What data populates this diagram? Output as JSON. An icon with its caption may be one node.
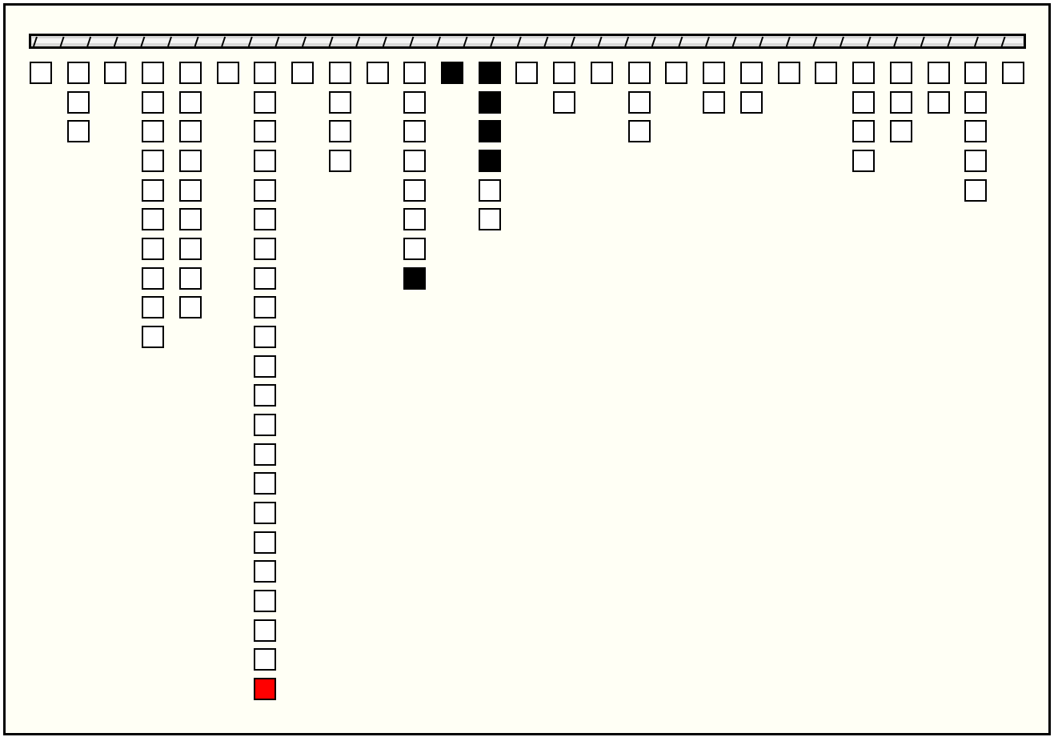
{
  "diagram": {
    "nodes": [
      {
        "text": [],
        "shape": "box"
      },
      {
        "text": [],
        "shape": "box"
      },
      {
        "text": [],
        "shape": "box"
      },
      {
        "text": [],
        "shape": "box"
      },
      {
        "text": [],
        "shape": "box"
      },
      {
        "text": [],
        "shape": "box"
      },
      {
        "text": [],
        "shape": "box"
      },
      {
        "text": [],
        "shape": "box"
      },
      {
        "text": [],
        "shape": "box"
      },
      {
        "text": [],
        "shape": "box"
      },
      {
        "text": [],
        "shape": "box"
      },
      {
        "text": [],
        "shape": "box"
      },
      {
        "text": [],
        "shape": "box"
      },
      {
        "text": [],
        "shape": "box"
      },
      {
        "text": [],
        "shape": "box"
      },
      {
        "text": [],
        "shape": "box"
      },
      {
        "text": [],
        "shape": "box"
      },
      {
        "text": [],
        "shape": "box"
      },
      {
        "text": [],
        "shape": "box"
      },
      {
        "text": [],
        "shape": "box"
      },
      {
        "text": [],
        "shape": "box"
      },
      {
        "text": [],
        "shape": "box"
      },
      {
        "text": [],
        "shape": "box"
      },
      {
        "text": [],
        "shape": "box"
      },
      {
        "text": [],
        "shape": "box"
      },
      {
        "text": [],
        "shape": "box"
      },
      {
        "text": [],
        "shape": "box"
      },
      {
        "text": [],
        "shape": "box"
      },
      {
        "text": [],
        "shape": "box"
      },
      {
        "text": [],
        "shape": "box"
      },
      {
        "text": [],
        "shape": "box"
      },
      {
        "text": [],
        "shape": "box"
      },
      {
        "text": [],
        "shape": "box"
      },
      {
        "text": [],
        "shape": "box"
      },
      {
        "text": [],
        "shape": "box"
      },
      {
        "text": [],
        "shape": "box"
      },
      {
        "text": [],
        "shape": "box"
      },
      {
        "text": [],
        "shape": "box"
      },
      {
        "text": [],
        "shape": "box"
      },
      {
        "text": [],
        "shape": "box"
      },
      {
        "text": [],
        "shape": "box"
      },
      {
        "text": [],
        "shape": "box"
      },
      {
        "text": [],
        "shape": "box"
      },
      {
        "text": [],
        "shape": "box"
      },
      {
        "text": [],
        "shape": "box"
      },
      {
        "text": [],
        "shape": "box"
      },
      {
        "text": [],
        "shape": "box"
      },
      {
        "text": [],
        "shape": "box"
      },
      {
        "text": [],
        "shape": "box"
      },
      {
        "text": [],
        "shape": "box"
      },
      {
        "text": [],
        "shape": "box"
      },
      {
        "text": [],
        "shape": "box"
      },
      {
        "text": [],
        "shape": "box"
      },
      {
        "text": [],
        "shape": "box"
      },
      {
        "text": [],
        "shape": "box"
      },
      {
        "text": [],
        "shape": "box"
      },
      {
        "text": [],
        "shape": "box"
      },
      {
        "text": [],
        "shape": "box"
      },
      {
        "text": [],
        "shape": "box"
      },
      {
        "text": [],
        "shape": "box"
      },
      {
        "text": [],
        "shape": "box"
      },
      {
        "text": [],
        "shape": "box"
      },
      {
        "text": [],
        "shape": "box"
      },
      {
        "text": [],
        "shape": "box"
      },
      {
        "text": [],
        "shape": "box"
      },
      {
        "text": [],
        "shape": "box"
      },
      {
        "text": [],
        "shape": "box"
      },
      {
        "text": [],
        "shape": "box"
      },
      {
        "text": [],
        "shape": "box"
      },
      {
        "text": [],
        "shape": "box"
      },
      {
        "text": [],
        "shape": "box"
      },
      {
        "text": [],
        "shape": "box"
      },
      {
        "text": [],
        "shape": "box"
      },
      {
        "text": [],
        "shape": "box"
      },
      {
        "text": [],
        "shape": "box"
      },
      {
        "text": [],
        "shape": "box"
      },
      {
        "text": [],
        "shape": "box"
      },
      {
        "text": [],
        "shape": "box"
      },
      {
        "text": [],
        "shape": "box"
      },
      {
        "text": [],
        "shape": "box"
      },
      {
        "text": [],
        "shape": "box"
      },
      {
        "text": [],
        "shape": "box"
      },
      {
        "text": [],
        "shape": "box"
      },
      {
        "text": [],
        "shape": "box"
      },
      {
        "text": [],
        "shape": "box"
      },
      {
        "text": [],
        "shape": "box"
      },
      {
        "text": [],
        "shape": "box"
      },
      {
        "text": [],
        "shape": "box"
      },
      {
        "text": [],
        "shape": "box"
      },
      {
        "text": [],
        "shape": "box"
      },
      {
        "text": [],
        "shape": "box"
      },
      {
        "text": [],
        "shape": "box"
      },
      {
        "text": [],
        "shape": "box"
      },
      {
        "text": [],
        "shape": "box"
      },
      {
        "text": [],
        "shape": "box"
      },
      {
        "text": [],
        "shape": "box"
      },
      {
        "text": [],
        "shape": "box"
      }
    ]
  }
}
